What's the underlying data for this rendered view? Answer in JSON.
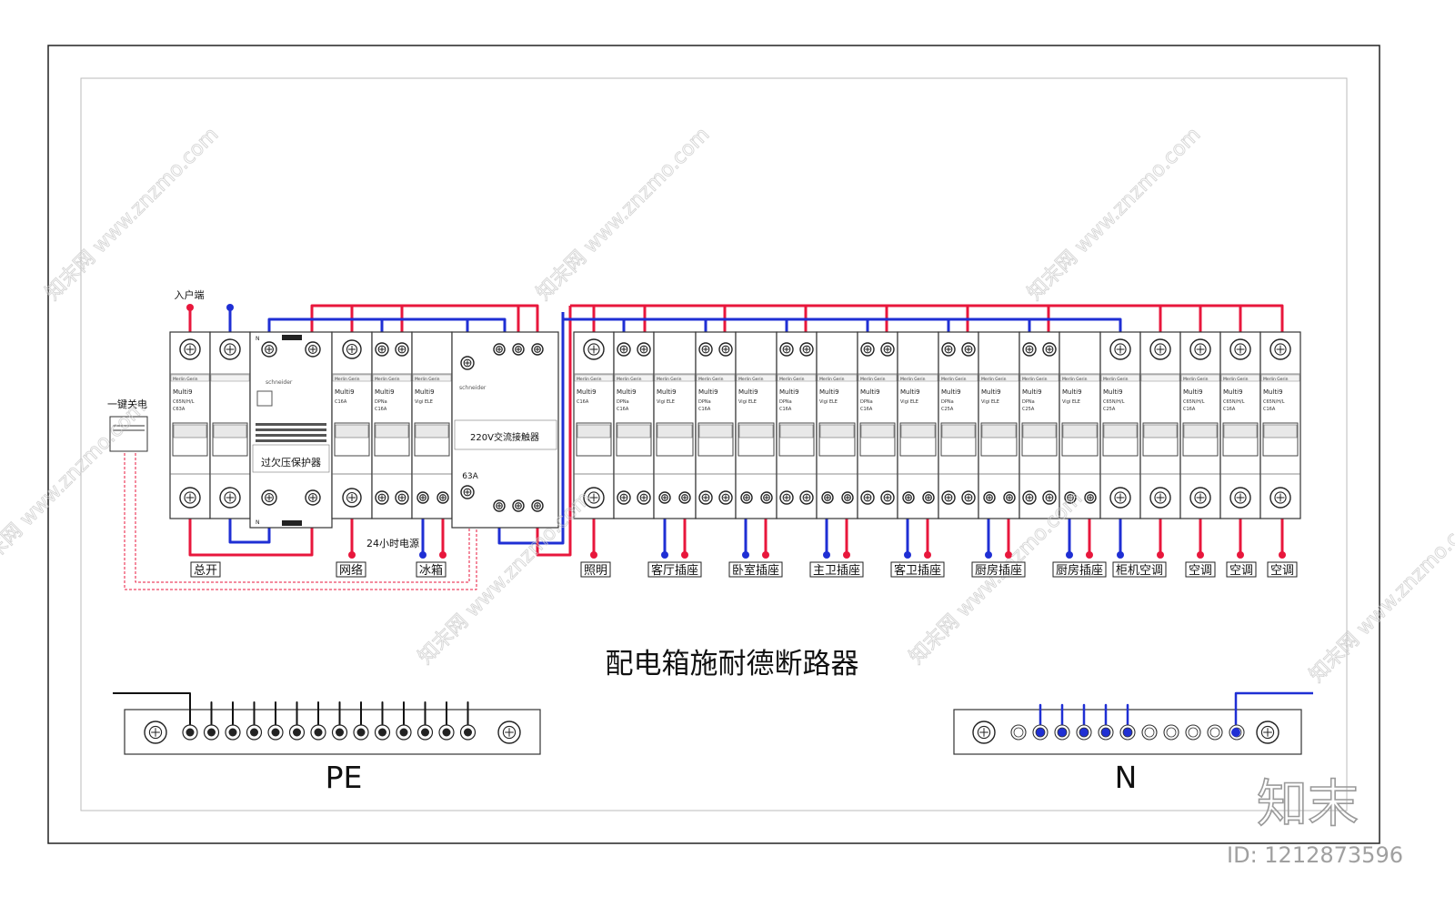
{
  "title": "配电箱施耐德断路器",
  "entry_label": "入户端",
  "one_key_off_label": "一键关电",
  "power_24h_label": "24小时电源",
  "ovp_label": "过欠压保护器",
  "contactor_label": "220V交流接触器",
  "contactor_rating": "63A",
  "schneider_text": "schneider",
  "circuits": [
    "总开",
    "网络",
    "冰箱",
    "照明",
    "客厅插座",
    "卧室插座",
    "主卫插座",
    "客卫插座",
    "厨房插座",
    "厨房插座",
    "柜机空调",
    "空调",
    "空调",
    "空调"
  ],
  "breaker_texts": {
    "brand": "Merlin Gerin",
    "series": "Multi9",
    "main_type": "C65N/H/L",
    "main_rating": "C63A",
    "rating_25": "C25A",
    "rating_16": "C16A",
    "vigi": "Vigi ELE"
  },
  "pe_label": "PE",
  "n_label": "N",
  "watermark": "www.znzmo.com",
  "watermark_brand": "知末网",
  "corner_logo": "知末",
  "id_text": "ID: 1212873596",
  "colors": {
    "live": "#e8173c",
    "neutral": "#1f2fd4",
    "dashed": "#e8173c",
    "frame": "#222222"
  }
}
